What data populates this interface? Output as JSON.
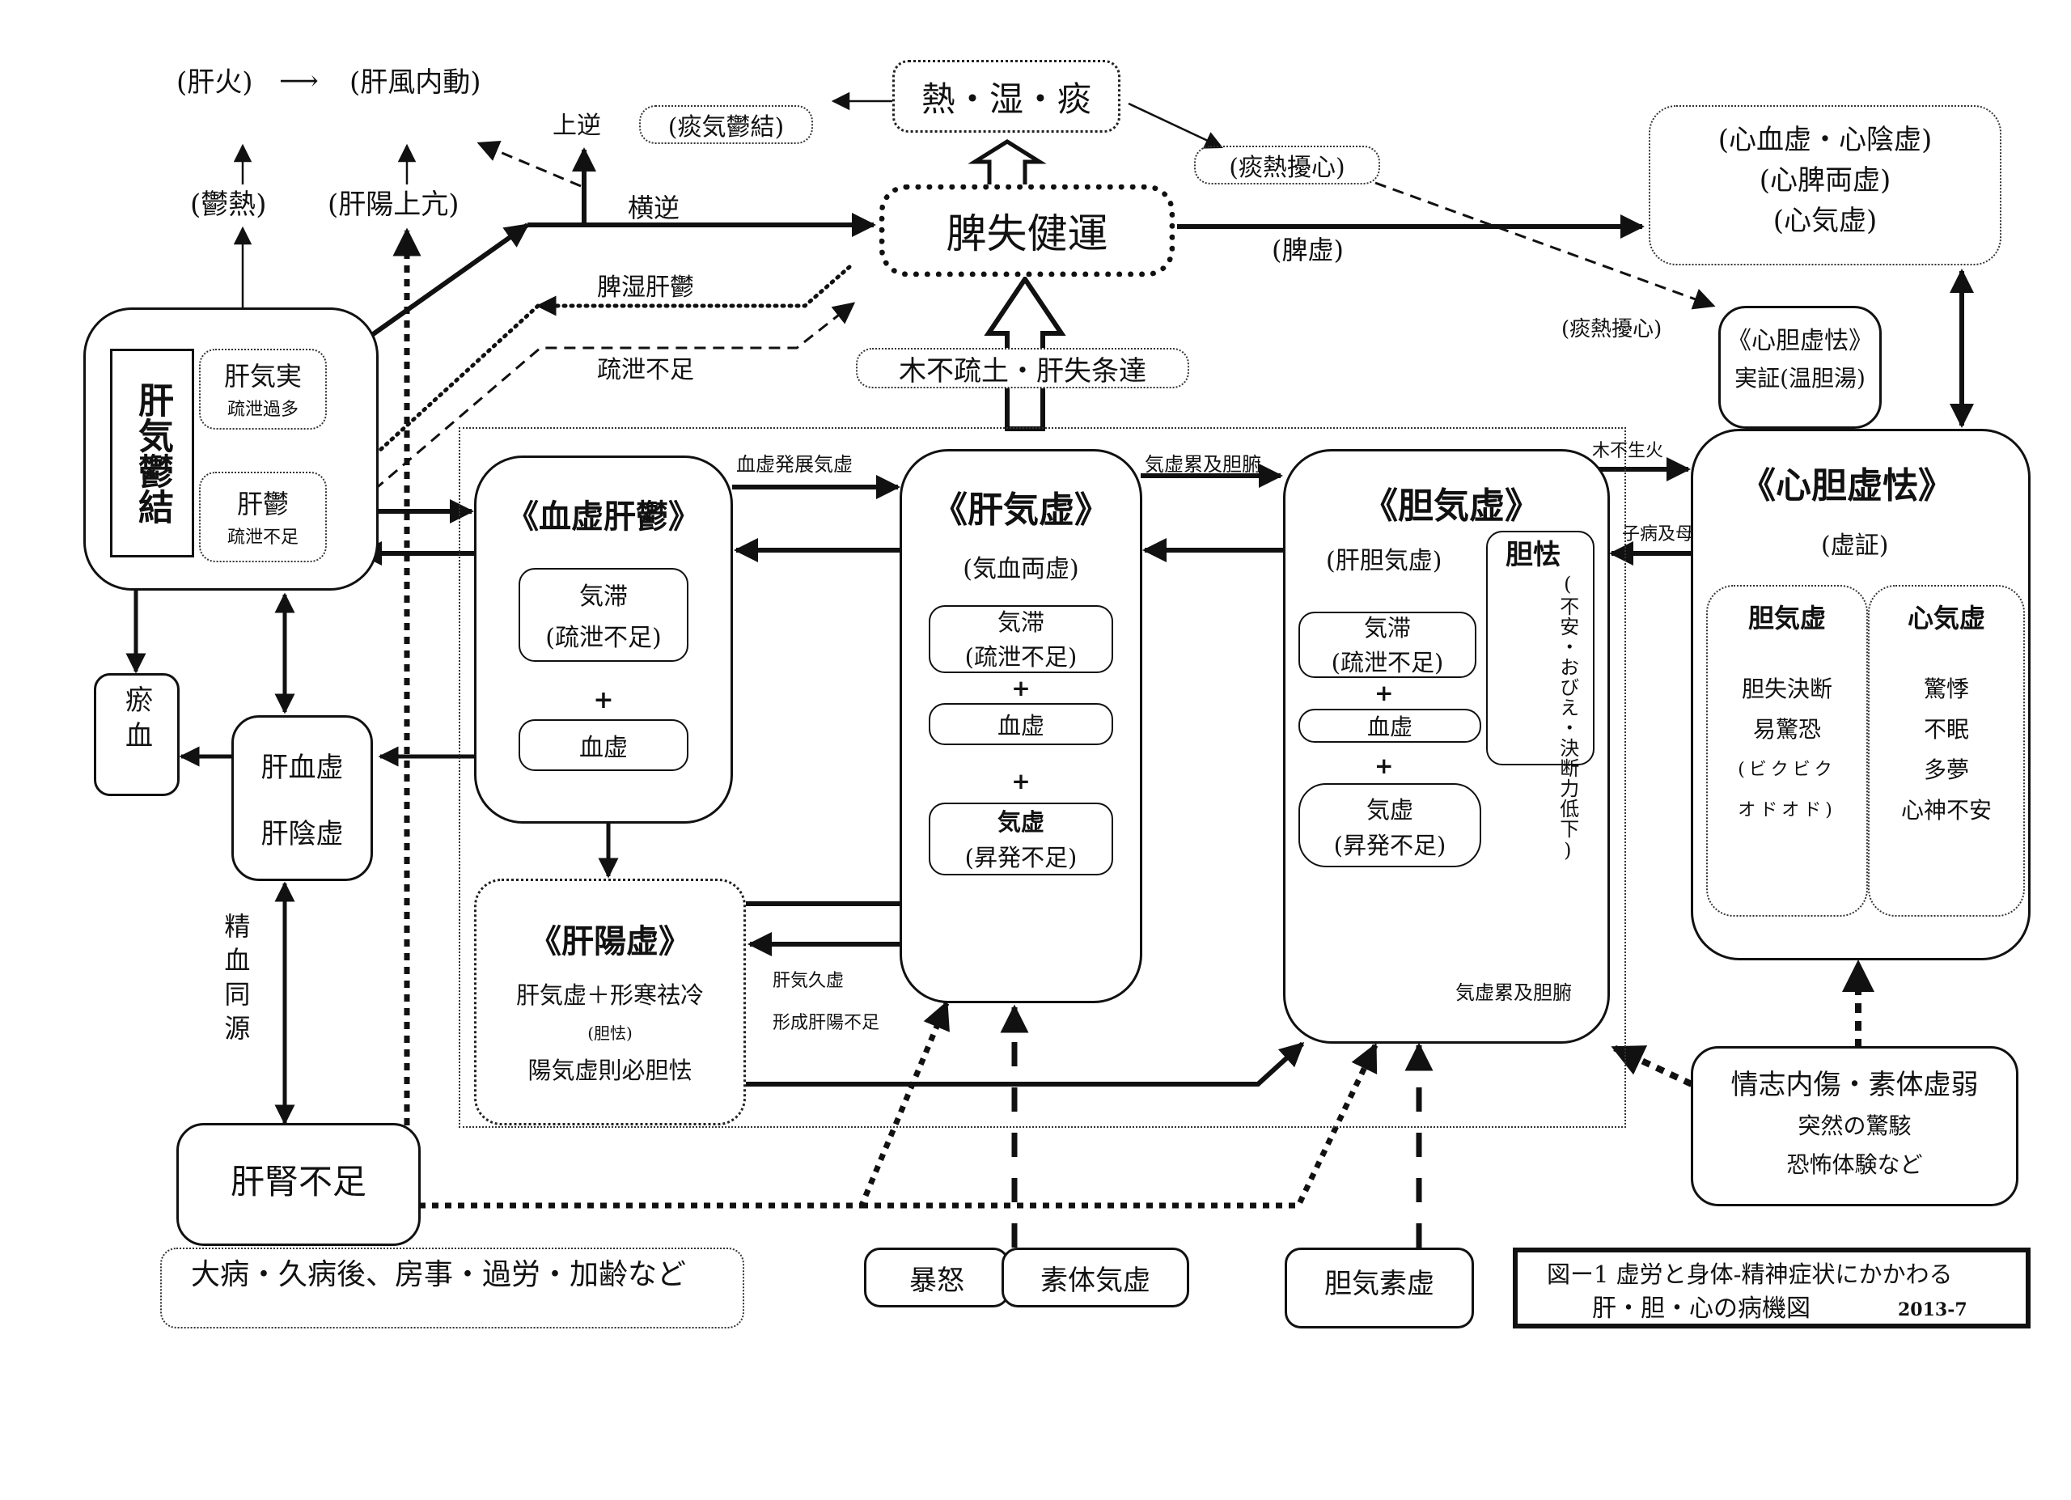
{
  "top": {
    "kanka": "(肝火)",
    "arrow_glyph": "⟶",
    "kanfu": "(肝風内動)",
    "utsunetsu": "(鬱熱)",
    "kanyo_joko": "(肝陽上亢)",
    "jogyaku": "上逆",
    "ougyaku": "横逆"
  },
  "netsu_shitsu_tan": "熱・湿・痰",
  "tanki_ukketsu": "(痰気鬱結)",
  "tannetsu_joshin_top": "(痰熱擾心)",
  "tannetsu_joshin_side": "(痰熱擾心)",
  "hishitsu_kenun": "脾失健運",
  "hikyo": "(脾虚)",
  "hishitsu_kanutsu": "脾湿肝鬱",
  "sosetsu_fusoku_link": "疏泄不足",
  "mokufuso": "木不疏土・肝失条達",
  "shin_box": {
    "lines": [
      "(心血虚・心陰虚)",
      "(心脾両虚)",
      "(心気虚)"
    ]
  },
  "shintan_jissho": {
    "title": "《心胆虚怯》",
    "sub": "実証(温胆湯)"
  },
  "kanki_ukketsu": {
    "title": "肝気鬱結",
    "kanki_jitsu": "肝気実",
    "kanki_jitsu_sub": "疏泄過多",
    "kanutsu": "肝鬱",
    "kanutsu_sub": "疏泄不足"
  },
  "oketsu": "瘀血",
  "kanketsukyo": [
    "肝血虚",
    "肝陰虚"
  ],
  "seiketsu_dogen": "精血同源",
  "kanjin_fusoku": "肝腎不足",
  "taibyo": "大病・久病後、房事・過労・加齢など",
  "kekkyo_kanutsu": {
    "title": "《血虚肝鬱》",
    "kitai": "気滞",
    "kitai_sub": "(疏泄不足)",
    "plus": "+",
    "kekkyo": "血虚"
  },
  "link_kekkyo_hatten": "血虚発展気虚",
  "kanki_kyo": {
    "title": "《肝気虚》",
    "sub": "(気血両虚)",
    "kitai": "気滞",
    "kitai_sub": "(疏泄不足)",
    "plus1": "+",
    "kekkyo": "血虚",
    "plus2": "+",
    "kikyo": "気虚",
    "kikyo_sub": "(昇発不足)"
  },
  "link_kikyo_ruikyu": "気虚累及胆腑",
  "tanki_kyo": {
    "title": "《胆気虚》",
    "sub": "(肝胆気虚)",
    "kitai": "気滞",
    "kitai_sub": "(疏泄不足)",
    "plus1": "+",
    "kekkyo": "血虚",
    "plus2": "+",
    "kikyo": "気虚",
    "kikyo_sub": "(昇発不足)",
    "tankyo_title": "胆怯",
    "tankyo_detail": "(不安・おびえ・決断力低下)",
    "footer": "気虚累及胆腑"
  },
  "link_mokufu_seika": "木不生火",
  "link_shibyo_gyubo": "子病及母",
  "kanyo_kyo": {
    "title": "《肝陽虚》",
    "line1": "肝気虚＋形寒祛冷",
    "line2": "(胆怯)",
    "line3": "陽気虚則必胆怯"
  },
  "link_kanki_kyukyo": [
    "肝気久虚",
    "形成肝陽不足"
  ],
  "shintan_kyokyo": {
    "title": "《心胆虚怯》",
    "sub": "(虚証)",
    "left_title": "胆気虚",
    "left_items": [
      "胆失決断",
      "易驚恐",
      "(ビクビク",
      "オドオド)"
    ],
    "right_title": "心気虚",
    "right_items": [
      "驚悸",
      "不眠",
      "多夢",
      "心神不安"
    ]
  },
  "joshi_naisho": {
    "title": "情志内傷・素体虚弱",
    "line1": "突然の驚駭",
    "line2": "恐怖体験など"
  },
  "bodo": "暴怒",
  "sotai_kikyo": "素体気虚",
  "tanki_sokyo": "胆気素虚",
  "caption": {
    "line1": "図ー1 虚労と身体-精神症状にかかわる",
    "line2": "肝・胆・心の病機図",
    "date": "2013-7"
  }
}
